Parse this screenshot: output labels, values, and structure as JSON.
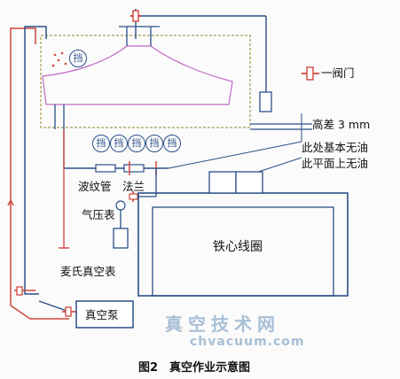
{
  "labels": {
    "valve_legend": "一阀门",
    "height_diff": "高差 3 mm",
    "no_oil_here": "此处基本无油",
    "no_oil_plane": "此平面上无油",
    "bellows": "波纹管",
    "flange": "法兰",
    "pressure_gauge": "气压表",
    "core_coil": "铁心线圈",
    "mcleod_gauge": "麦氏真空表",
    "vacuum_pump": "真空泵",
    "filter_mark": "挡",
    "caption": "图2　真空作业示意图"
  },
  "watermark": {
    "text_cn": "真空技术网",
    "text_en": "chvacuum.com"
  },
  "colors": {
    "pipe_blue": "#2b4f8a",
    "pipe_red": "#d0453e",
    "oil_box": "#b8ab6a",
    "pink": "#c26ac8",
    "watermark": "#a9bfd6"
  }
}
